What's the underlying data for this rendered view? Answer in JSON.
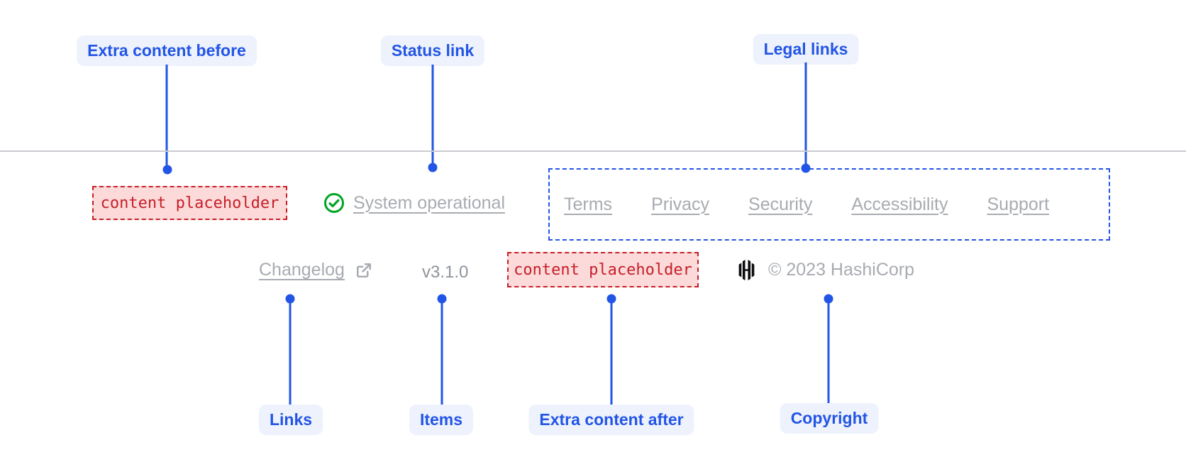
{
  "colors": {
    "accent_blue": "#2255e6",
    "pill_bg": "#eef2fc",
    "faint_text": "#a8abb1",
    "version_text": "#8f939b",
    "red": "#c62029",
    "red_bg": "#fcdada",
    "green": "#00a524",
    "divider": "#c9cbd0",
    "logo_black": "#0d0d10"
  },
  "annotations": {
    "top": [
      {
        "label": "Extra content before"
      },
      {
        "label": "Status link"
      },
      {
        "label": "Legal links"
      }
    ],
    "bottom": [
      {
        "label": "Links"
      },
      {
        "label": "Items"
      },
      {
        "label": "Extra content after"
      },
      {
        "label": "Copyright"
      }
    ]
  },
  "footer": {
    "extra_content_before_placeholder": "content placeholder",
    "status_link": {
      "label": "System operational",
      "icon": "check-circle-icon"
    },
    "legal_links": [
      "Terms",
      "Privacy",
      "Security",
      "Accessibility",
      "Support"
    ],
    "changelog": {
      "label": "Changelog",
      "icon": "external-link-icon"
    },
    "version": "v3.1.0",
    "extra_content_after_placeholder": "content placeholder",
    "copyright": {
      "logo_icon": "hashicorp-logo-icon",
      "text": "© 2023 HashiCorp"
    }
  }
}
